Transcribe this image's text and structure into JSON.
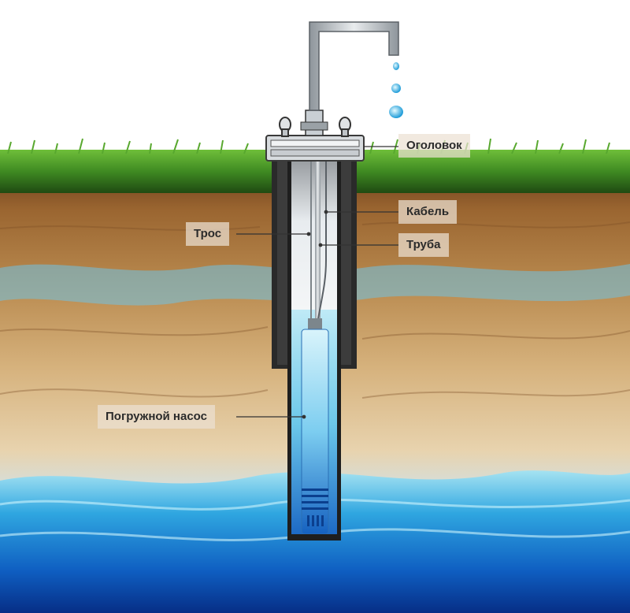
{
  "labels": {
    "wellhead": "Оголовок",
    "cable": "Кабель",
    "pipe": "Труба",
    "rope": "Трос",
    "pump": "Погружной насос"
  },
  "colors": {
    "sky": "#ffffff",
    "grass": "#3f8a22",
    "soil_top": "#8a5a2b",
    "soil_mid": "#c79a5e",
    "soil_sand": "#e2caa0",
    "water_deep": "#0a3fa8",
    "water_light": "#7fd4ee",
    "casing": "#2a2a2a",
    "pipe_metal": "#c9cfd4",
    "pump_blue": "#1e7fd0"
  }
}
